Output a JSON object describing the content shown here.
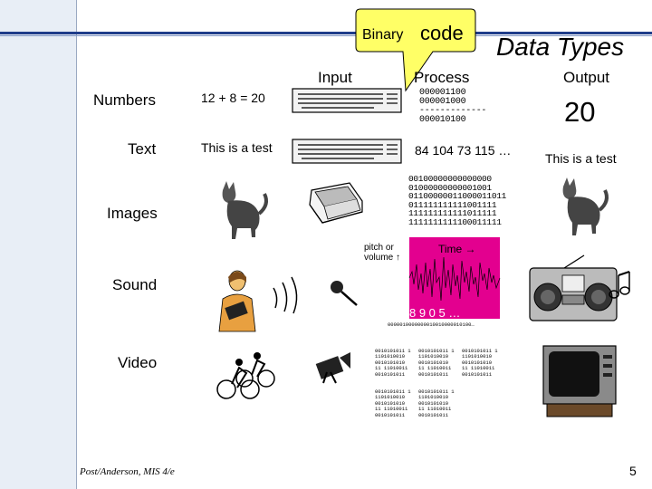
{
  "header": {
    "title": "Data Types",
    "callout_word1": "Binary",
    "callout_word2": "code"
  },
  "columns": {
    "input": "Input",
    "process": "Process",
    "output": "Output"
  },
  "rows": {
    "numbers": {
      "label": "Numbers",
      "input": "12 + 8 = 20",
      "process_lines": [
        "000001100",
        "000001000",
        "-------------",
        "000010100"
      ],
      "output": "20"
    },
    "text": {
      "label": "Text",
      "input": "This is a test",
      "process": "84 104 73 115 …",
      "output": "This is a test"
    },
    "images": {
      "label": "Images",
      "process_lines": [
        "00100000000000000",
        "01000000000001001",
        "01100000011000011011",
        "011111111111001111",
        "111111111111011111",
        "1111111111100011111"
      ]
    },
    "sound": {
      "label": "Sound",
      "axis_y": "pitch or volume ↑",
      "axis_x": "Time →",
      "digits": "8 9 0 5 …",
      "binary": "0000010000000010010000010100…"
    },
    "video": {
      "label": "Video",
      "block_lines": [
        "0010101011 1",
        "1101010010",
        "0010101010",
        "11 11010011",
        "0010101011"
      ]
    }
  },
  "footer": {
    "source": "Post/Anderson, MIS 4/e",
    "page": "5"
  },
  "colors": {
    "rule": "#1f3d8a",
    "callout_fill": "#ffff66",
    "sound_fill": "#e3008f"
  }
}
